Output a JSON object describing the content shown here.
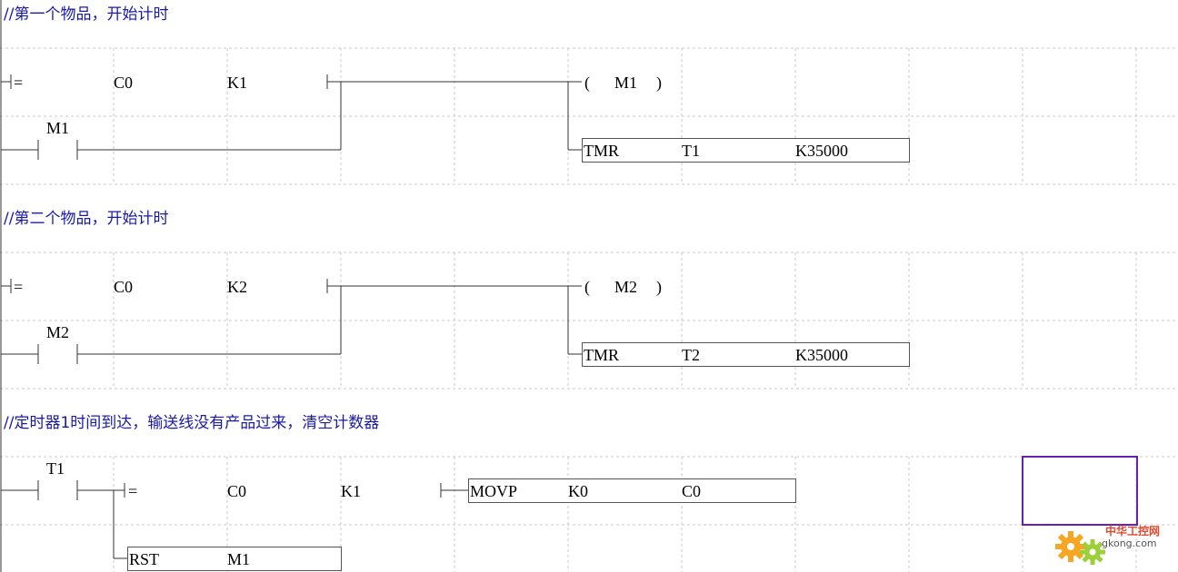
{
  "rungs": [
    {
      "comment": "//第一个物品，开始计时",
      "compare": {
        "op": "=",
        "src1": "C0",
        "src2": "K1"
      },
      "coil": {
        "open": "(",
        "device": "M1",
        "close": ")"
      },
      "contact": "M1",
      "instruction": {
        "op": "TMR",
        "arg1": "T1",
        "arg2": "K35000"
      }
    },
    {
      "comment": "//第二个物品，开始计时",
      "compare": {
        "op": "=",
        "src1": "C0",
        "src2": "K2"
      },
      "coil": {
        "open": "(",
        "device": "M2",
        "close": ")"
      },
      "contact": "M2",
      "instruction": {
        "op": "TMR",
        "arg1": "T2",
        "arg2": "K35000"
      }
    },
    {
      "comment": "//定时器1时间到达，输送线没有产品过来，清空计数器",
      "contact": "T1",
      "compare": {
        "op": "=",
        "src1": "C0",
        "src2": "K1"
      },
      "instruction": {
        "op": "MOVP",
        "arg1": "K0",
        "arg2": "C0"
      },
      "reset": {
        "op": "RST",
        "arg1": "M1"
      }
    }
  ],
  "watermark": {
    "brand": "中华工控网",
    "domain": "gkong.com"
  },
  "colors": {
    "comment": "#1a1aa8",
    "selection": "#6a1fb0",
    "grid": "#c8c8c8",
    "wire": "#333333"
  }
}
